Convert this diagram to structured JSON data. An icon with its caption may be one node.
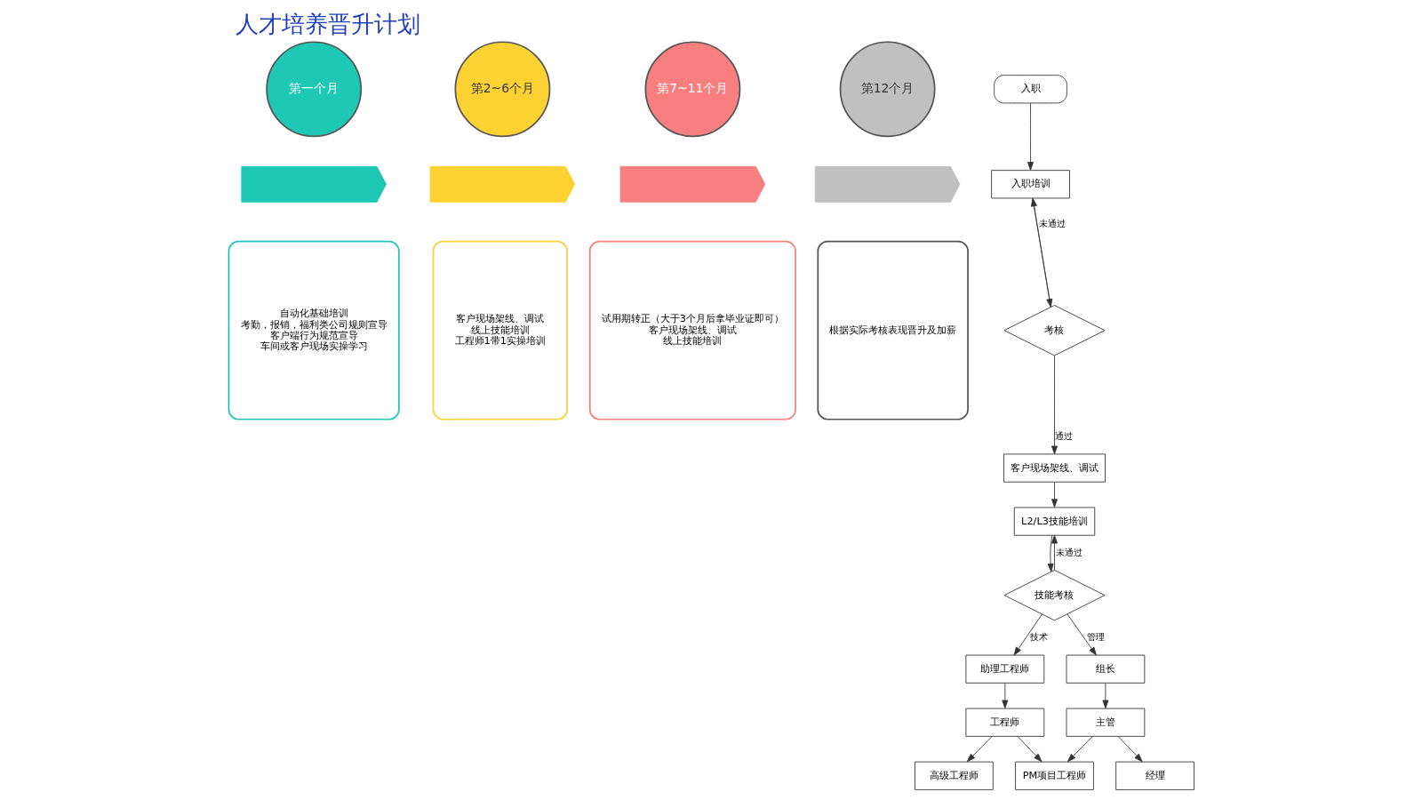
{
  "diagram": {
    "title": "人才培养晋升计划",
    "nodes": [
      {
        "text": [
          "第一个月"
        ]
      },
      {
        "text": [
          "第2~6个月"
        ]
      },
      {
        "text": [
          "第7~11个月"
        ]
      },
      {
        "text": [
          "第12个月"
        ]
      },
      {
        "text": [],
        "shape": "chevron"
      },
      {
        "text": [],
        "shape": "chevron"
      },
      {
        "text": [],
        "shape": "chevron"
      },
      {
        "text": [],
        "shape": "chevron"
      },
      {
        "text": [
          "自动化基础培训",
          "考勤，报销，福利类公司规则宣导",
          "客户端行为规范宣导",
          "车间或客户现场实操学习"
        ]
      },
      {
        "text": [
          "客户现场架线、调试",
          "线上技能培训",
          "工程师1带1实操培训"
        ]
      },
      {
        "text": [
          "试用期转正（大于3个月后拿毕业证即可）",
          "客户现场架线、调试",
          "线上技能培训"
        ]
      },
      {
        "text": [
          "根据实际考核表现晋升及加薪"
        ]
      },
      {
        "text": [
          "入职"
        ]
      },
      {
        "text": [
          "入职培训"
        ]
      },
      {
        "text": [
          "考核"
        ]
      },
      {
        "text": [
          "客户现场架线、调试"
        ]
      },
      {
        "text": [
          "L2/L3技能培训"
        ]
      },
      {
        "text": [
          "技能考核"
        ]
      },
      {
        "text": [
          "助理工程师"
        ]
      },
      {
        "text": [
          "组长"
        ]
      },
      {
        "text": [
          "工程师"
        ]
      },
      {
        "text": [
          "主管"
        ]
      },
      {
        "text": [
          "高级工程师"
        ]
      },
      {
        "text": [
          "PM项目工程师"
        ]
      },
      {
        "text": [
          "经理"
        ]
      }
    ],
    "edges": [
      {
        "from": 12,
        "to": 13,
        "arrow": "to"
      },
      {
        "from": 13,
        "to": 14,
        "arrow": "to"
      },
      {
        "from": 14,
        "to": 13,
        "arrow": "to",
        "label": "未通过"
      },
      {
        "from": 14,
        "to": 15,
        "arrow": "to",
        "label": "通过"
      },
      {
        "from": 15,
        "to": 16,
        "arrow": "to"
      },
      {
        "from": 16,
        "to": 17,
        "arrow": "to"
      },
      {
        "from": 17,
        "to": 16,
        "arrow": "to",
        "label": "未通过"
      },
      {
        "from": 17,
        "to": 18,
        "arrow": "to",
        "label": "技术"
      },
      {
        "from": 17,
        "to": 19,
        "arrow": "to",
        "label": "管理"
      },
      {
        "from": 18,
        "to": 20,
        "arrow": "to"
      },
      {
        "from": 19,
        "to": 21,
        "arrow": "to"
      },
      {
        "from": 20,
        "to": 22,
        "arrow": "to"
      },
      {
        "from": 20,
        "to": 23,
        "arrow": "to"
      },
      {
        "from": 21,
        "to": 23,
        "arrow": "to"
      },
      {
        "from": 21,
        "to": 24,
        "arrow": "to"
      }
    ]
  }
}
